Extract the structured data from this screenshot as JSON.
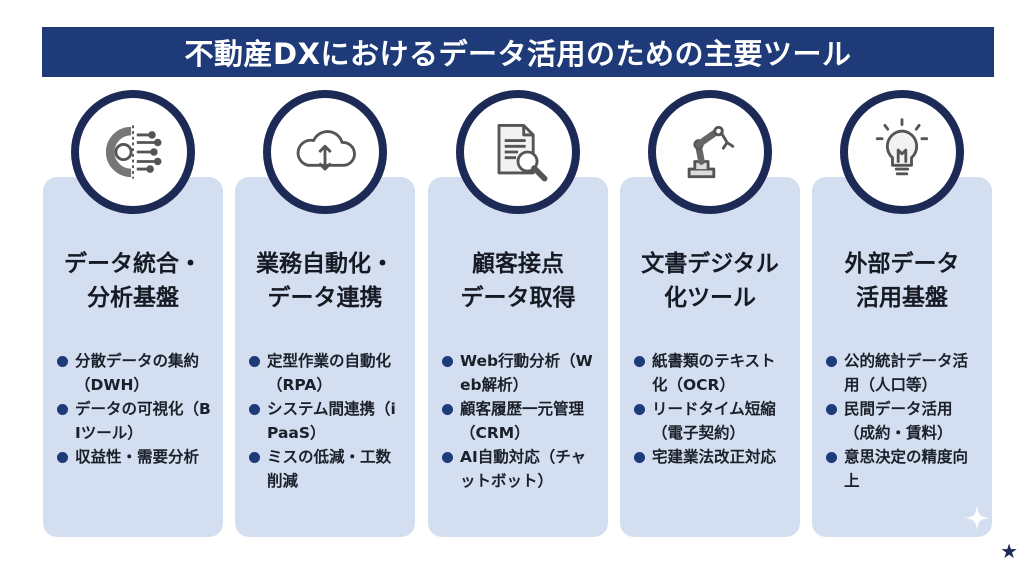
{
  "title": "不動産DXにおけるデータ活用のための主要ツール",
  "cards": [
    {
      "icon": "gear-circuit-icon",
      "title_lines": [
        "データ統合・",
        "分析基盤"
      ],
      "bullets": [
        "分散データの集約（DWH）",
        "データの可視化（BIツール）",
        "収益性・需要分析"
      ]
    },
    {
      "icon": "cloud-sync-icon",
      "title_lines": [
        "業務自動化・",
        "データ連携"
      ],
      "bullets": [
        "定型作業の自動化（RPA）",
        "システム間連携（iPaaS）",
        "ミスの低減・工数削減"
      ]
    },
    {
      "icon": "document-search-icon",
      "title_lines": [
        "顧客接点",
        "データ取得"
      ],
      "bullets": [
        "Web行動分析（Web解析）",
        "顧客履歴一元管理（CRM）",
        "AI自動対応（チャットボット）"
      ]
    },
    {
      "icon": "robot-arm-icon",
      "title_lines": [
        "文書デジタル",
        "化ツール"
      ],
      "bullets": [
        "紙書類のテキスト化（OCR）",
        "リードタイム短縮（電子契約）",
        "宅建業法改正対応"
      ]
    },
    {
      "icon": "lightbulb-icon",
      "title_lines": [
        "外部データ",
        "活用基盤"
      ],
      "bullets": [
        "公的統計データ活用（人口等）",
        "民間データ活用（成約・賃料）",
        "意思決定の精度向上"
      ]
    }
  ],
  "colors": {
    "title_bg": "#1f3a78",
    "card_bg": "#d3dff0",
    "circle_border": "#1c2a55",
    "bullet_dot": "#1f3a78"
  }
}
